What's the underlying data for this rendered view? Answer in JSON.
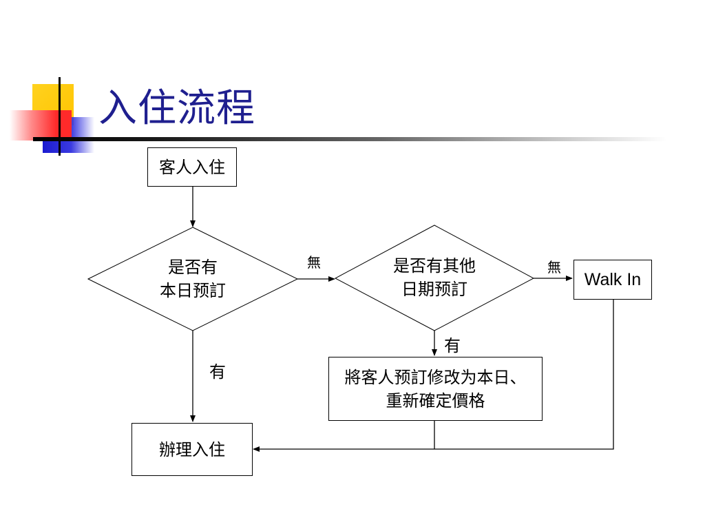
{
  "slide": {
    "title": "入住流程"
  },
  "flowchart": {
    "nodes": {
      "start": "客人入住",
      "decision1_line1": "是否有",
      "decision1_line2": "本日预訂",
      "decision2_line1": "是否有其他",
      "decision2_line2": "日期预訂",
      "walkin": "Walk In",
      "modify_line1": "將客人预訂修改为本日、",
      "modify_line2": "重新確定價格",
      "checkin": "辦理入住"
    },
    "edge_labels": {
      "d1_no": "無",
      "d2_no": "無",
      "d2_yes": "有",
      "d1_yes": "有"
    }
  },
  "colors": {
    "title": "#1f1f8f",
    "deco_yellow": "#ffcc00",
    "deco_red": "#ff3030",
    "deco_blue": "#2222cc"
  }
}
